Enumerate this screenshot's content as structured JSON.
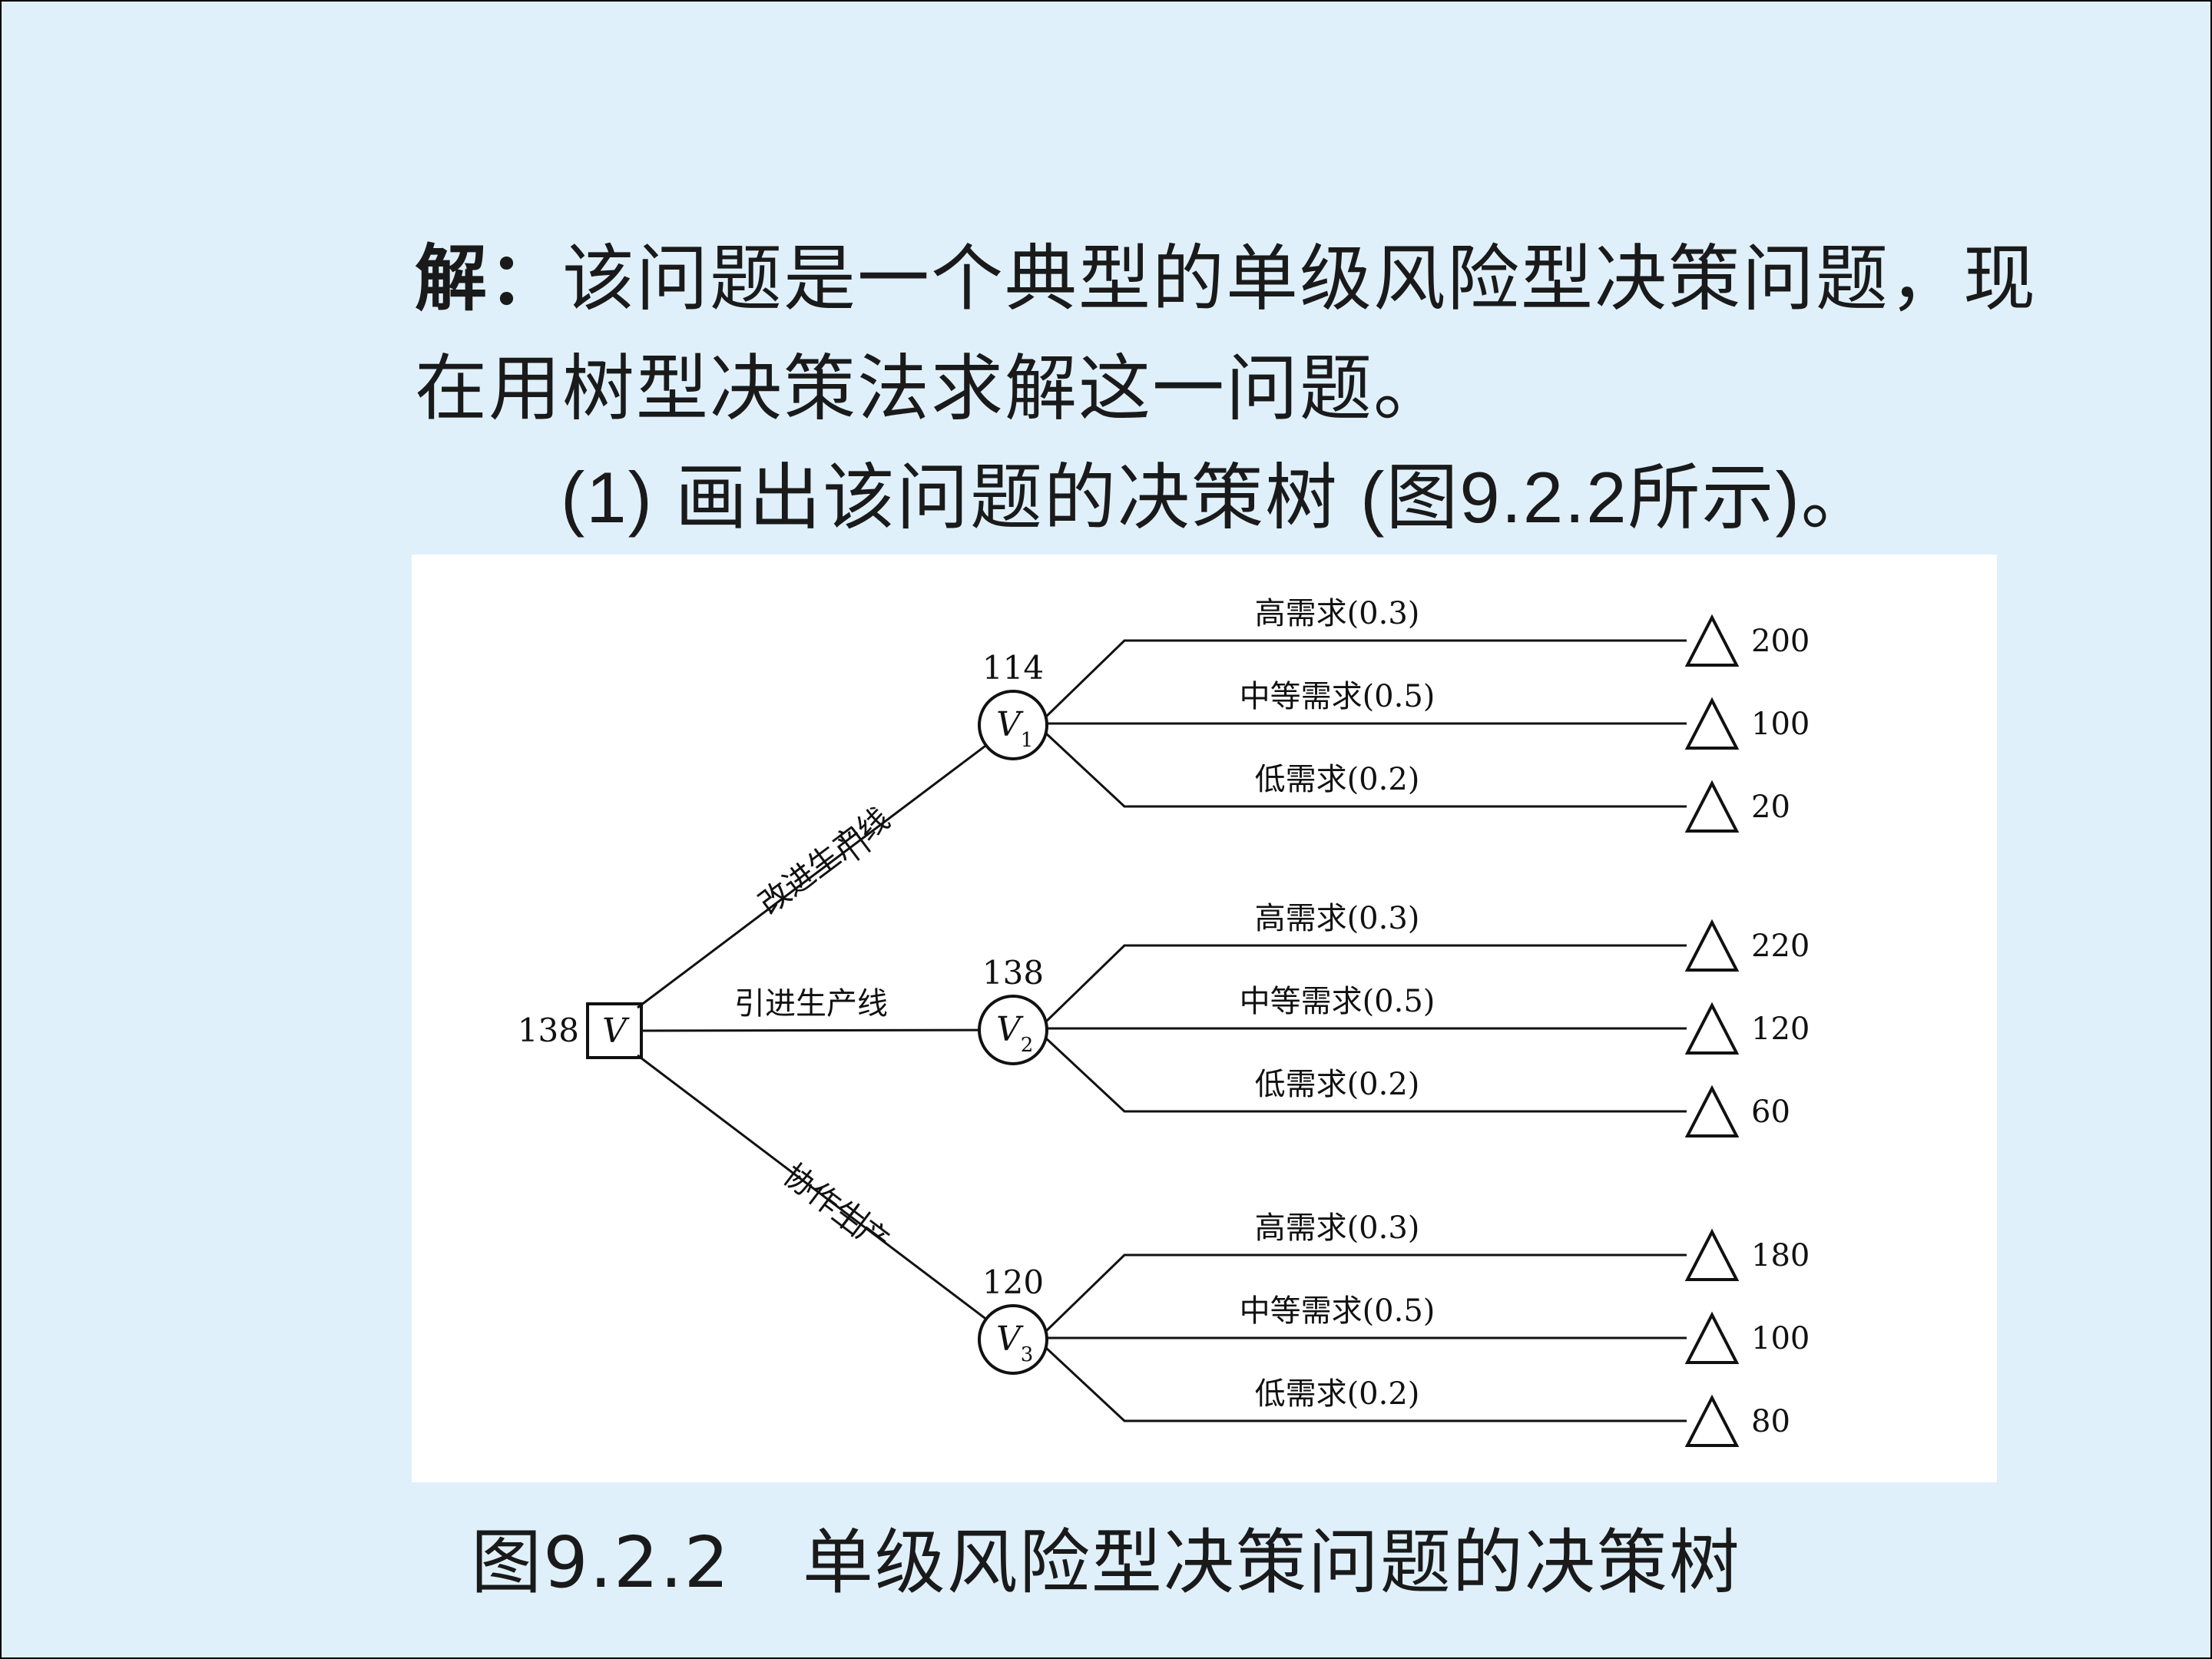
{
  "text": {
    "line1_bold": "解：",
    "line1_rest": "该问题是一个典型的单级风险型决策问题，现",
    "line2": "在用树型决策法求解这一问题。",
    "line3": "(1) 画出该问题的决策树 (图9.2.2所示)。"
  },
  "caption": "图9.2.2   单级风险型决策问题的决策树",
  "tree": {
    "root": {
      "value": "138",
      "label": "V"
    },
    "branches": [
      {
        "label": "改进生产线",
        "node_label": "V",
        "node_sub": "1",
        "value": "114",
        "pruned": true,
        "outcomes": [
          {
            "label": "高需求(0.3)",
            "payoff": "200"
          },
          {
            "label": "中等需求(0.5)",
            "payoff": "100"
          },
          {
            "label": "低需求(0.2)",
            "payoff": "20"
          }
        ]
      },
      {
        "label": "引进生产线",
        "node_label": "V",
        "node_sub": "2",
        "value": "138",
        "pruned": false,
        "outcomes": [
          {
            "label": "高需求(0.3)",
            "payoff": "220"
          },
          {
            "label": "中等需求(0.5)",
            "payoff": "120"
          },
          {
            "label": "低需求(0.2)",
            "payoff": "60"
          }
        ]
      },
      {
        "label": "协作生产",
        "node_label": "V",
        "node_sub": "3",
        "value": "120",
        "pruned": true,
        "outcomes": [
          {
            "label": "高需求(0.3)",
            "payoff": "180"
          },
          {
            "label": "中等需求(0.5)",
            "payoff": "100"
          },
          {
            "label": "低需求(0.2)",
            "payoff": "80"
          }
        ]
      }
    ]
  },
  "colors": {
    "background": "#dff0fa",
    "figure_background": "#ffffff",
    "ink": "#111111"
  }
}
